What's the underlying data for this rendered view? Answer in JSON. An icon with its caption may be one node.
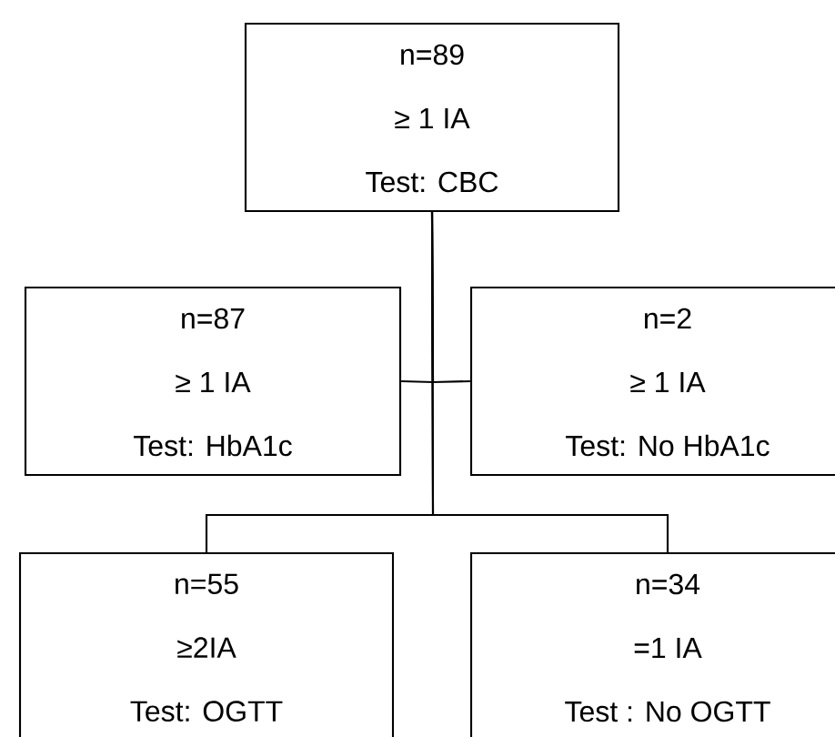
{
  "diagram": {
    "nodes": [
      {
        "text": [
          "n=89",
          "≥ 1 IA",
          "Test: CBC"
        ]
      },
      {
        "text": [
          "n=87",
          "≥ 1 IA",
          "Test: HbA1c"
        ]
      },
      {
        "text": [
          "n=2",
          "≥ 1 IA",
          "Test: No HbA1c"
        ]
      },
      {
        "text": [
          "n=55",
          "≥2IA",
          "Test: OGTT"
        ]
      },
      {
        "text": [
          "n=34",
          "=1 IA",
          "Test : No OGTT"
        ]
      }
    ],
    "edges": [
      {
        "from": 0,
        "to": 1,
        "arrow": "none"
      },
      {
        "from": 0,
        "to": 2,
        "arrow": "none"
      },
      {
        "from": 0,
        "to": 3,
        "arrow": "none"
      },
      {
        "from": 0,
        "to": 4,
        "arrow": "none"
      }
    ]
  }
}
